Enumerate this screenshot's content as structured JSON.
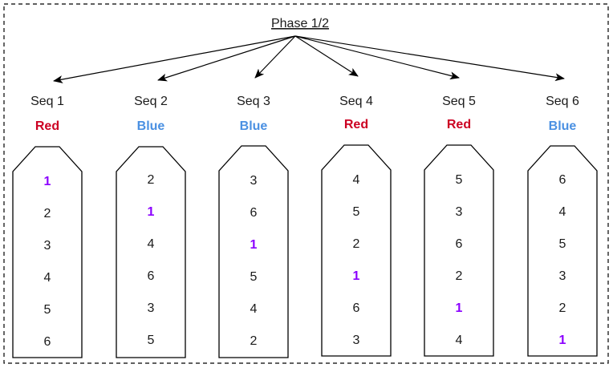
{
  "title": "Phase 1/2",
  "colors": {
    "red": "#cc0022",
    "blue": "#4a90e2",
    "highlight": "#8b00ff",
    "stroke": "#000000"
  },
  "sequences": [
    {
      "label": "Seq 1",
      "team": "Red",
      "team_color": "red",
      "numbers": [
        "1",
        "2",
        "3",
        "4",
        "5",
        "6"
      ],
      "highlight_index": 0
    },
    {
      "label": "Seq 2",
      "team": "Blue",
      "team_color": "blue",
      "numbers": [
        "2",
        "1",
        "4",
        "6",
        "3",
        "5"
      ],
      "highlight_index": 1
    },
    {
      "label": "Seq 3",
      "team": "Blue",
      "team_color": "blue",
      "numbers": [
        "3",
        "6",
        "1",
        "5",
        "4",
        "2"
      ],
      "highlight_index": 2
    },
    {
      "label": "Seq 4",
      "team": "Red",
      "team_color": "red",
      "numbers": [
        "4",
        "5",
        "2",
        "1",
        "6",
        "3"
      ],
      "highlight_index": 3
    },
    {
      "label": "Seq 5",
      "team": "Red",
      "team_color": "red",
      "numbers": [
        "5",
        "3",
        "6",
        "2",
        "1",
        "4"
      ],
      "highlight_index": 4
    },
    {
      "label": "Seq 6",
      "team": "Blue",
      "team_color": "blue",
      "numbers": [
        "6",
        "4",
        "5",
        "3",
        "2",
        "1"
      ],
      "highlight_index": 5
    }
  ]
}
